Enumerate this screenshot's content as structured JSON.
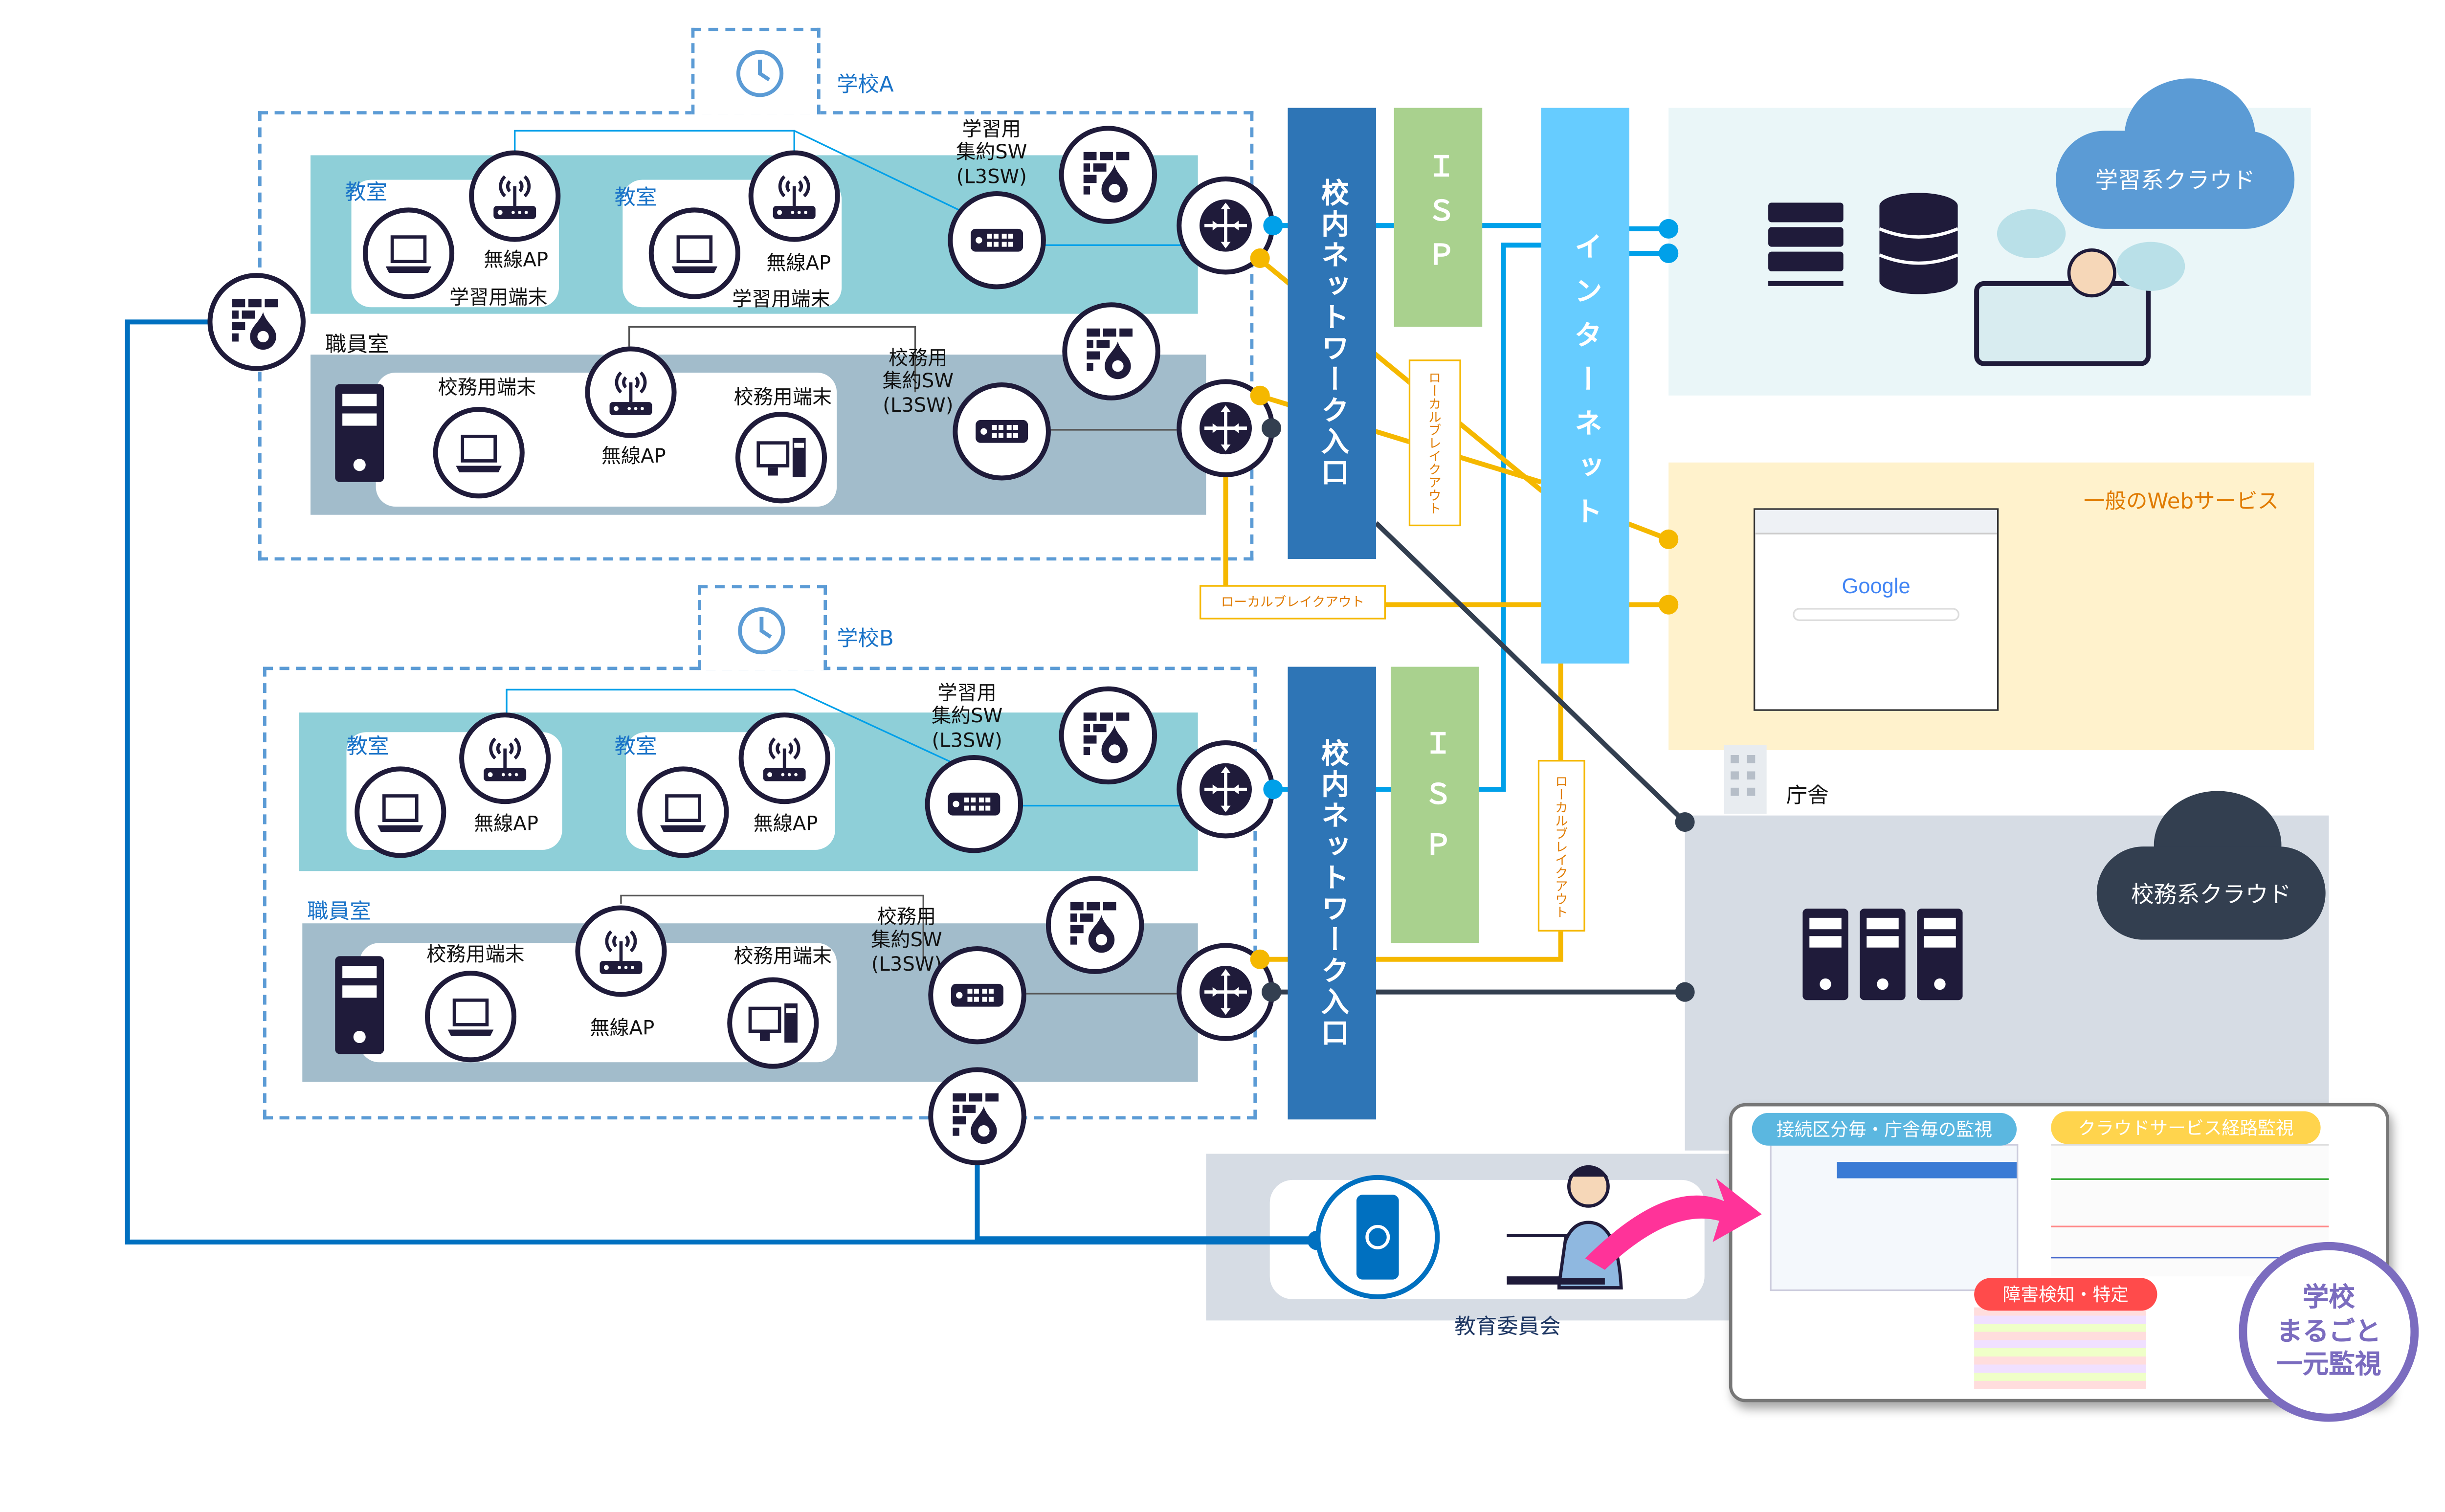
{
  "colors": {
    "dash": "#5b9bd5",
    "classroom_band": "#8ecfd8",
    "staff_band": "#a2bccb",
    "entrance": "#2e75b6",
    "isp": "#a9d18e",
    "internet": "#66ccff",
    "learning_area": "#eaf6f8",
    "web_area": "#fff2cc",
    "office_area": "#d6dce4",
    "breakout": "#f5b800",
    "monitor": "#7b6cbf",
    "arrow": "#ff3399",
    "line_dark": "#333f50",
    "line_blue": "#0070c0"
  },
  "school_a": {
    "title": "学校A",
    "classroom1": "教室",
    "classroom2": "教室",
    "ap1": "無線AP",
    "ap2": "無線AP",
    "term1": "学習用端末",
    "term2": "学習用端末",
    "learn_sw": "学習用\n集約SW\n(L3SW)",
    "staff_room": "職員室",
    "staff_term1": "校務用端末",
    "staff_term2": "校務用端末",
    "staff_ap": "無線AP",
    "staff_sw": "校務用\n集約SW\n(L3SW)"
  },
  "school_b": {
    "title": "学校B",
    "classroom1": "教室",
    "classroom2": "教室",
    "ap1": "無線AP",
    "ap2": "無線AP",
    "learn_sw": "学習用\n集約SW\n(L3SW)",
    "staff_room": "職員室",
    "staff_term1": "校務用端末",
    "staff_term2": "校務用端末",
    "staff_ap": "無線AP",
    "staff_sw": "校務用\n集約SW\n(L3SW)"
  },
  "entrance_label": "校内ネットワーク入口",
  "isp_label": "ＩＳＰ",
  "internet_label": "インターネット",
  "local_breakout": "ローカルブレイクアウト",
  "learning_cloud": "学習系クラウド",
  "web_service": "一般のWebサービス",
  "browser_logo": "Google",
  "office": "庁舎",
  "office_cloud": "校務系クラウド",
  "board": "教育委員会",
  "monitor": {
    "tag1": "接続区分毎・庁舎毎の監視",
    "tag2": "クラウドサービス経路監視",
    "tag3": "障害検知・特定",
    "badge": "学校\nまるごと\n一元監視"
  }
}
